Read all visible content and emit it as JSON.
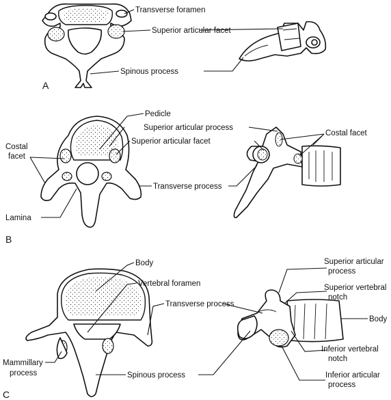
{
  "panels": {
    "A": {
      "letter": "A",
      "labels": {
        "transverse_foramen": "Transverse foramen",
        "superior_articular_facet": "Superior articular facet",
        "spinous_process": "Spinous process"
      }
    },
    "B": {
      "letter": "B",
      "labels": {
        "pedicle": "Pedicle",
        "superior_articular_process": "Superior articular process",
        "superior_articular_facet": "Superior articular facet",
        "costal_facet_left_1": "Costal",
        "costal_facet_left_2": "facet",
        "costal_facet_right": "Costal facet",
        "transverse_process": "Transverse process",
        "lamina": "Lamina"
      }
    },
    "C": {
      "letter": "C",
      "labels": {
        "body_top": "Body",
        "vertebral_foramen": "Vertebral foramen",
        "transverse_process": "Transverse process",
        "mammillary_1": "Mammillary",
        "mammillary_2": "process",
        "spinous_process": "Spinous process",
        "sup_articular_1": "Superior articular",
        "sup_articular_2": "process",
        "sup_notch_1": "Superior vertebral",
        "sup_notch_2": "notch",
        "body_right": "Body",
        "inf_notch_1": "Inferior vertebral",
        "inf_notch_2": "notch",
        "inf_articular_1": "Inferior articular",
        "inf_articular_2": "process"
      }
    }
  }
}
